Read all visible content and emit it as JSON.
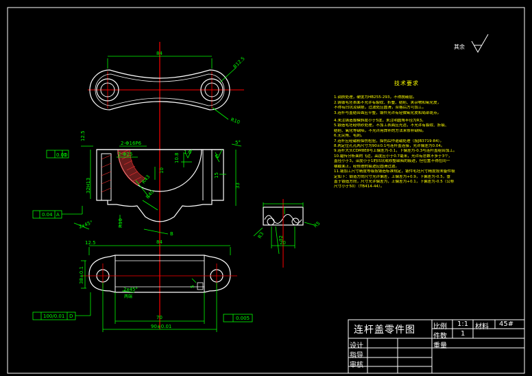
{
  "title_block": {
    "drawing_title": "连杆盖零件图",
    "scale_label": "比例",
    "scale_value": "1:1",
    "material_label": "材料",
    "material_value": "45#",
    "quantity_label": "件数",
    "quantity_value": "1",
    "weight_label": "重量",
    "design_label": "设计",
    "guide_label": "指导",
    "review_label": "审核"
  },
  "surface_note": {
    "text": "其余"
  },
  "tech_requirements": {
    "title": "技术要求",
    "lines": [
      "1.调质处理，硬度为HB255-293，不得脱碳层。",
      "2.铸锻毛坯表面不允许有裂纹、折叠、结疤、夹杂物和氧化皮，",
      "不得有凹坑及缺损，过渡处应圆滑，合格后方可加工。",
      "3.连杆与盖结合面应平整，锻件允许有轻微氧化皮和局部斑点。",
      "",
      "4.未注铸造拔模斜度小于5度，未注明圆角半径为R3。",
      "5.锻造毛坯经喷砂处理，不加工表面应光洁，不允许有裂纹、折痕、",
      "结疤、氧化等缺陷，不允许用焊补的方法来修补缺陷。",
      "6.无尖角、毛刺。",
      "7.连杆应经磁粉探伤检验，探伤后作退磁处理（按JB3719-84）。",
      "8.两定位孔孔两尺寸为90±0.1与连杆盖连接，允许偏差为0.04。",
      "9.连杆大头CDM8E8与上偏差为-0.1，下偏差为-0.3与连杆盖组合加工。",
      "10.磨传分析面的飞边，高度应小于0.7毫米，允许有总数不多于3个，",
      "直径小于3，深度小于1的凹坑或修整缺陷的痕迹，但位置不得在同一",
      "横截面上，经修理的痕迹应圆滑过渡。",
      "11.锻加工尺寸精度等级按锻造标准规定，锻件毛坯尺寸精度按未备件极",
      "定如下：锻造方向尺寸允许偏差，上偏差为+0.9，下偏差为-0.5，垂",
      "直于锻造方向，尺寸允许偏差为，上偏差为+0.1，下偏差为-0.5（公称",
      "尺寸小于50）（TB414-44）。"
    ]
  },
  "dimensions": {
    "d84_top": "84",
    "r12_5": "R12.5",
    "r10": "R10",
    "h12_5": "12.5",
    "tol_flat": "0.01",
    "datum_d": "D",
    "hole_d16": "2-Φ16P6",
    "hole_d25": "2-Φ25",
    "h10": "10",
    "roughness_16": "1.6",
    "angle_5": "5°",
    "h32_5": "32H13",
    "r43": "R43",
    "r40": "R40",
    "w10_8": "10.8",
    "w15": "15",
    "h33": "33",
    "tol_perp": "0.04",
    "datum_a": "A",
    "chamfer_top": "2x45°",
    "r10_bottom": "R10",
    "label_b": "B",
    "label_c": "C",
    "r3_right": "R3",
    "r5_right": "R5",
    "d20": "20",
    "d32": "32",
    "d12_5_b": "12.5",
    "d84_bottom": "84",
    "d38": "38±0.1",
    "chamfer_bottom": "2x45°",
    "chamfer_sub": "两端",
    "w5": "5",
    "tol_par_label": "100/0.01",
    "datum_d2": "D",
    "d70": "70",
    "d90": "90±0.01",
    "tol_pos": "0.005",
    "label_a2": "A"
  }
}
